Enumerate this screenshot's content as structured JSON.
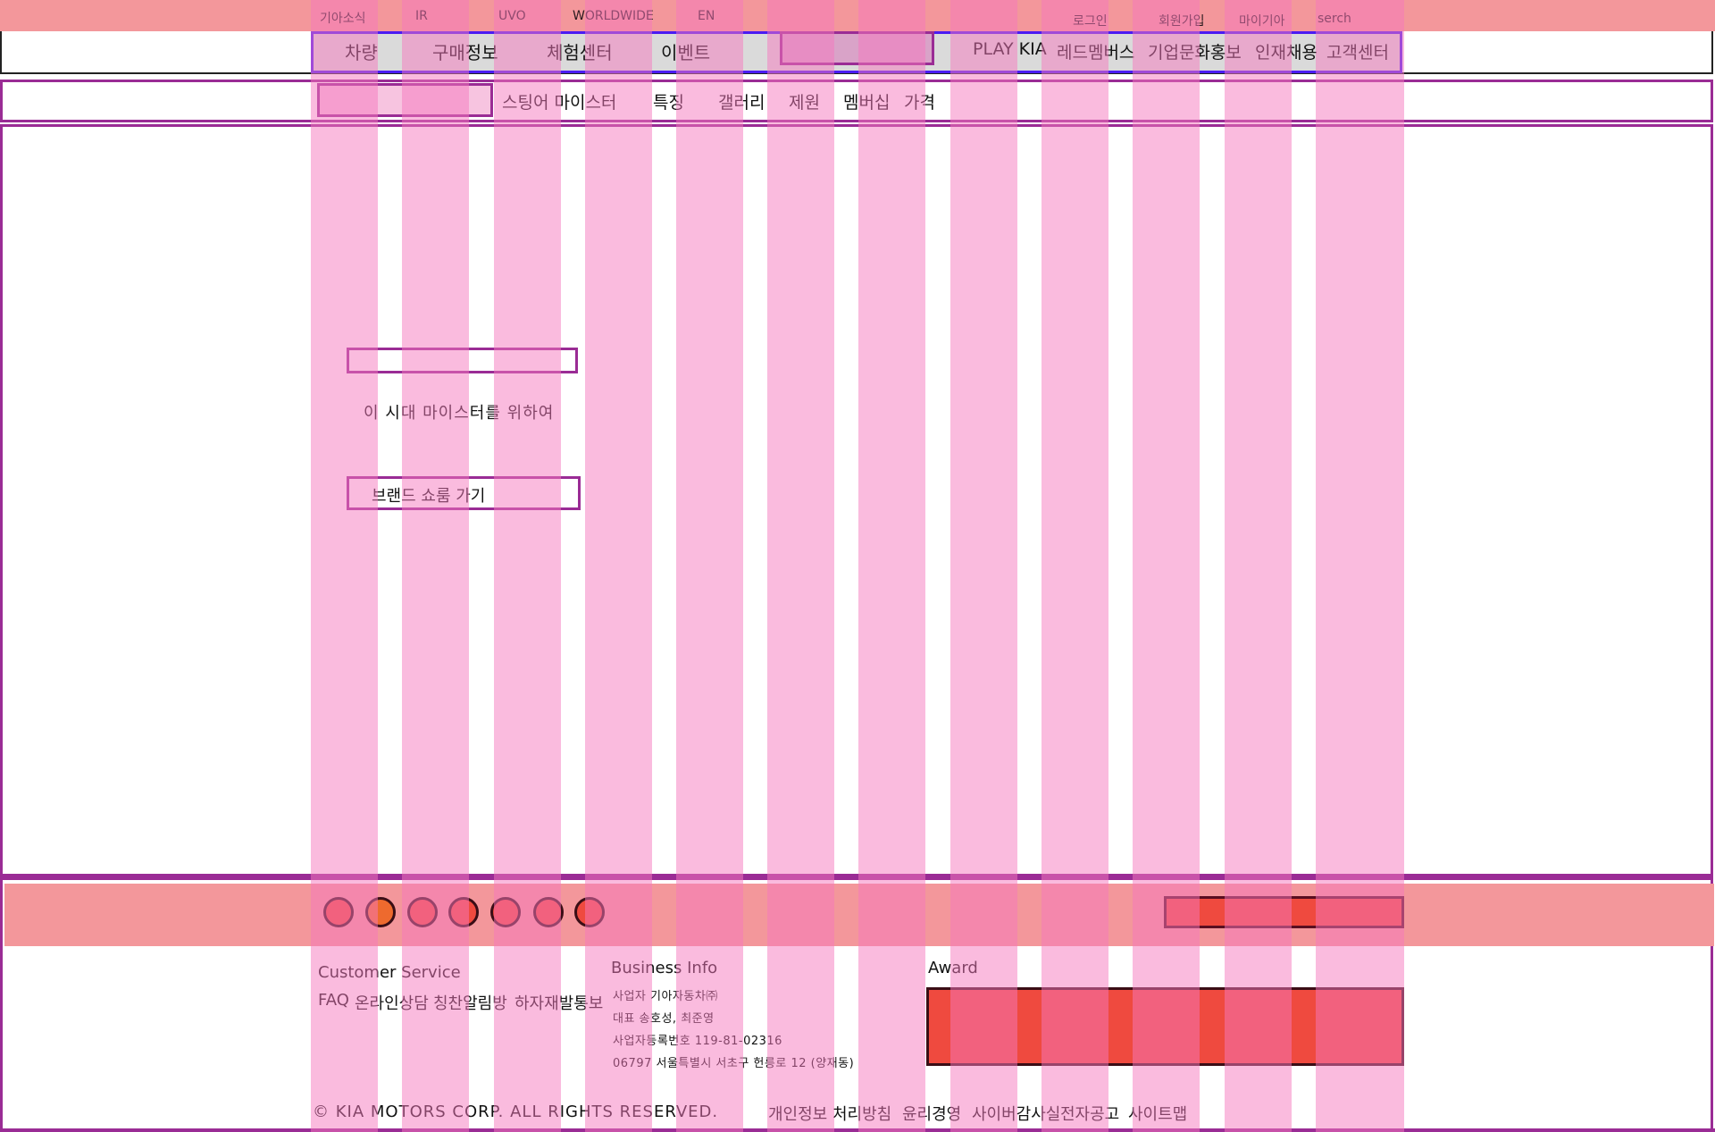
{
  "topbar": {
    "left_links": [
      "기아소식",
      "IR",
      "UVO",
      "WORLDWIDE",
      "EN"
    ],
    "right_links": [
      "로그인",
      "회원가입",
      "마이기아",
      "serch"
    ]
  },
  "main_nav": {
    "items": [
      "차량",
      "구매정보",
      "체험센터",
      "이벤트"
    ],
    "right_items": [
      "PLAY KIA",
      "레드멤버스",
      "기업문화홍보",
      "인재채용",
      "고객센터"
    ]
  },
  "sub_nav": {
    "items": [
      "스팅어 마이스터",
      "특징",
      "갤러리",
      "제원",
      "멤버십",
      "가격"
    ]
  },
  "hero": {
    "subtitle": "이 시대 마이스터를 위하여",
    "button_label": "브랜드 쇼룸 가기"
  },
  "footer": {
    "social_icons": [
      "social-icon-1",
      "social-icon-2",
      "social-icon-3",
      "social-icon-4",
      "social-icon-5",
      "social-icon-6",
      "social-icon-7"
    ],
    "customer_service": {
      "heading": "Customer Service",
      "links": [
        "FAQ",
        "온라인상담",
        "칭찬알림방",
        "하자재발통보"
      ]
    },
    "business_info": {
      "heading": "Business Info",
      "lines": [
        "사업자 기아자동차㈜",
        "대표 송호성, 최준영",
        "사업자등록번호 119-81-02316",
        "06797 서울특별시 서초구 헌릉로 12 (양재동)"
      ]
    },
    "award": {
      "heading": "Award"
    },
    "copyright": "© KIA MOTORS CORP. ALL RIGHTS RESERVED.",
    "bottom_links": [
      "개인정보 처리방침",
      "윤리경영",
      "사이버감사실",
      "전자공고",
      "사이트맵"
    ]
  },
  "colors": {
    "topbar": "#f3979b",
    "grid_overlay": "#f7a8d6",
    "accent_purple": "#9a2c95",
    "nav_border_blue": "#4b1cf2",
    "placeholder_red": "#ef4a3f"
  }
}
